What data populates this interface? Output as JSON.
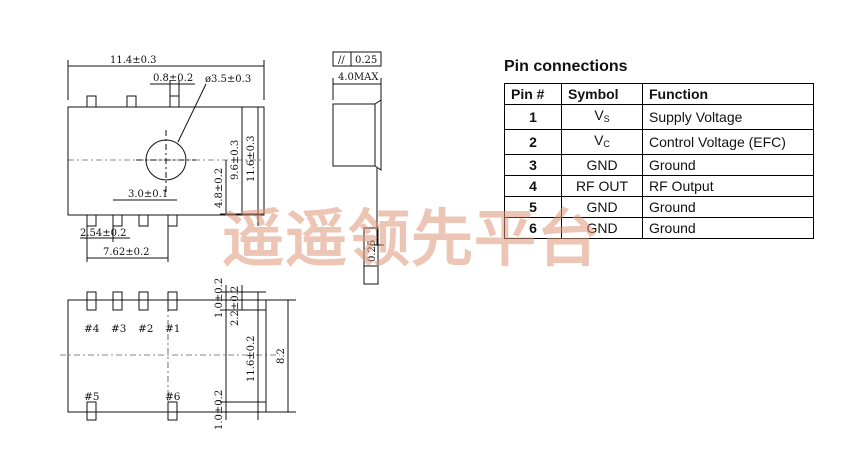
{
  "section_title": "Pin connections",
  "table": {
    "headers": [
      "Pin #",
      "Symbol",
      "Function"
    ],
    "rows": [
      {
        "pin": "1",
        "symbol": "V",
        "symbol_sub": "S",
        "function": "Supply Voltage"
      },
      {
        "pin": "2",
        "symbol": "V",
        "symbol_sub": "C",
        "function": "Control Voltage (EFC)"
      },
      {
        "pin": "3",
        "symbol": "GND",
        "symbol_sub": "",
        "function": "Ground"
      },
      {
        "pin": "4",
        "symbol": "RF OUT",
        "symbol_sub": "",
        "function": "RF Output"
      },
      {
        "pin": "5",
        "symbol": "GND",
        "symbol_sub": "",
        "function": "Ground"
      },
      {
        "pin": "6",
        "symbol": "GND",
        "symbol_sub": "",
        "function": "Ground"
      }
    ]
  },
  "dimensions": {
    "width": "11.4±0.3",
    "pin_offset": "0.8±0.2",
    "hole_diameter": "ø3.5±0.3",
    "height_4_8": "4.8±0.2",
    "height_9_6": "9.6±0.3",
    "height_11_6": "11.6±0.3",
    "pin_width": "3.0±0.1",
    "pitch": "2.54±0.2",
    "span": "7.62±0.2",
    "thickness_max": "4.0MAX",
    "parallel_tol": "0.25",
    "flat_tol": "0.25",
    "pin_len_top": "1.0±0.2",
    "pin_len_top2": "2.2±0.2",
    "body_height_bottom": "11.6±0.2",
    "inner_8_2": "8.2",
    "pin_len_bottom": "1.0±0.2"
  },
  "pin_labels": [
    "#4",
    "#3",
    "#2",
    "#1",
    "#5",
    "#6"
  ],
  "watermark": "遥遥领先平台"
}
